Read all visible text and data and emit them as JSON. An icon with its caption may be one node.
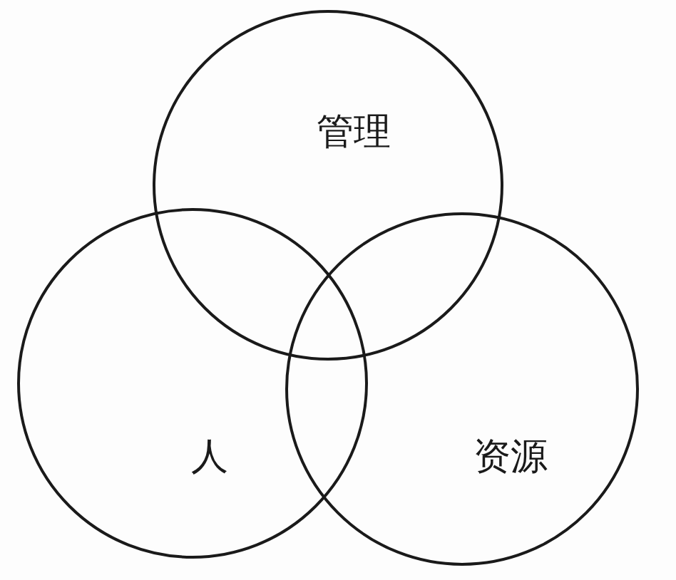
{
  "diagram": {
    "nodes": [
      {
        "text": [
          "管理"
        ]
      },
      {
        "text": [
          "人"
        ]
      },
      {
        "text": [
          "资源"
        ]
      }
    ],
    "edges": []
  }
}
